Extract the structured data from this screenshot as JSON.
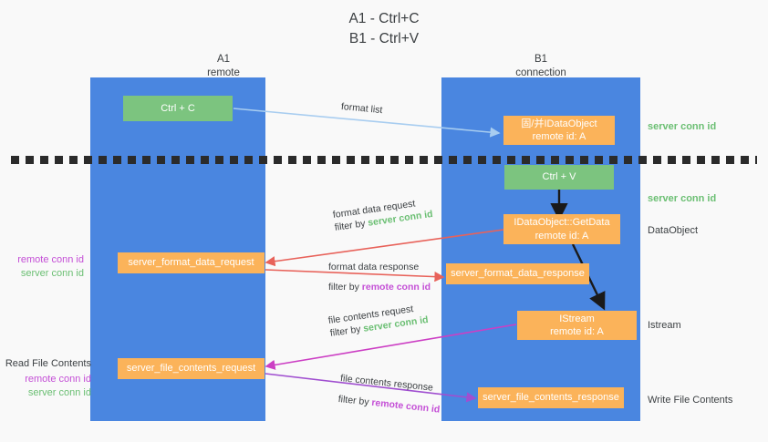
{
  "title": {
    "line1": "A1 - Ctrl+C",
    "line2": "B1 - Ctrl+V"
  },
  "colors": {
    "panel_blue": "#4a86e0",
    "node_green": "#7cc47f",
    "node_orange": "#fbb35a",
    "server_conn_green": "#6bbf73",
    "remote_conn_purple": "#c44fd6",
    "arrow_blue": "#a8cdf0",
    "arrow_red": "#e8625a",
    "arrow_magenta": "#cc3fc4",
    "arrow_purple": "#a04fd0",
    "arrow_black": "#1a1a1a",
    "background": "#f9f9f9",
    "text_dark": "#3c4043"
  },
  "columns": [
    {
      "name": "A1",
      "sub": "remote"
    },
    {
      "name": "B1",
      "sub": "connection"
    }
  ],
  "nodes": [
    {
      "id": "ctrl-c",
      "line1": "Ctrl + C",
      "line2": "",
      "color": "green"
    },
    {
      "id": "idataobject",
      "line1": "固/并IDataObject",
      "line2": "remote id: A",
      "color": "orange"
    },
    {
      "id": "ctrl-v",
      "line1": "Ctrl + V",
      "line2": "",
      "color": "green"
    },
    {
      "id": "idataobject-getdata",
      "line1": "IDataObject::GetData",
      "line2": "remote id: A",
      "color": "orange"
    },
    {
      "id": "server-format-data-request",
      "line1": "server_format_data_request",
      "line2": "",
      "color": "orange"
    },
    {
      "id": "server-format-data-response",
      "line1": "server_format_data_response",
      "line2": "",
      "color": "orange"
    },
    {
      "id": "istream",
      "line1": "IStream",
      "line2": "remote id: A",
      "color": "orange"
    },
    {
      "id": "server-file-contents-request",
      "line1": "server_file_contents_request",
      "line2": "",
      "color": "orange"
    },
    {
      "id": "server-file-contents-response",
      "line1": "server_file_contents_response",
      "line2": "",
      "color": "orange"
    }
  ],
  "edge_labels": {
    "format_list": "format list",
    "format_data_request": "format data request",
    "format_data_request_filter_prefix": "filter by ",
    "format_data_request_filter_key": "server conn id",
    "format_data_response": "format data response",
    "format_data_response_filter_prefix": "filter by ",
    "format_data_response_filter_key": "remote conn id",
    "file_contents_request": "file contents request",
    "file_contents_request_filter_prefix": "filter by ",
    "file_contents_request_filter_key": "server conn id",
    "file_contents_response": "file contents response",
    "file_contents_response_filter_prefix": "filter by ",
    "file_contents_response_filter_key": "remote conn id"
  },
  "right_annotations": [
    {
      "id": "server-conn-id-top",
      "text": "server conn id",
      "style": "green"
    },
    {
      "id": "server-conn-id-mid",
      "text": "server conn id",
      "style": "green"
    },
    {
      "id": "dataobject",
      "text": "DataObject",
      "style": "dark"
    },
    {
      "id": "istream-label",
      "text": "Istream",
      "style": "dark"
    },
    {
      "id": "write-file-contents",
      "text": "Write File Contents",
      "style": "dark"
    }
  ],
  "left_annotations": [
    {
      "id": "format-conn-ids",
      "heading": "",
      "line1": "remote conn id",
      "line2": "server conn id"
    },
    {
      "id": "file-conn-ids",
      "heading": "Read File Contents",
      "line1": "remote conn id",
      "line2": "server conn id"
    }
  ]
}
